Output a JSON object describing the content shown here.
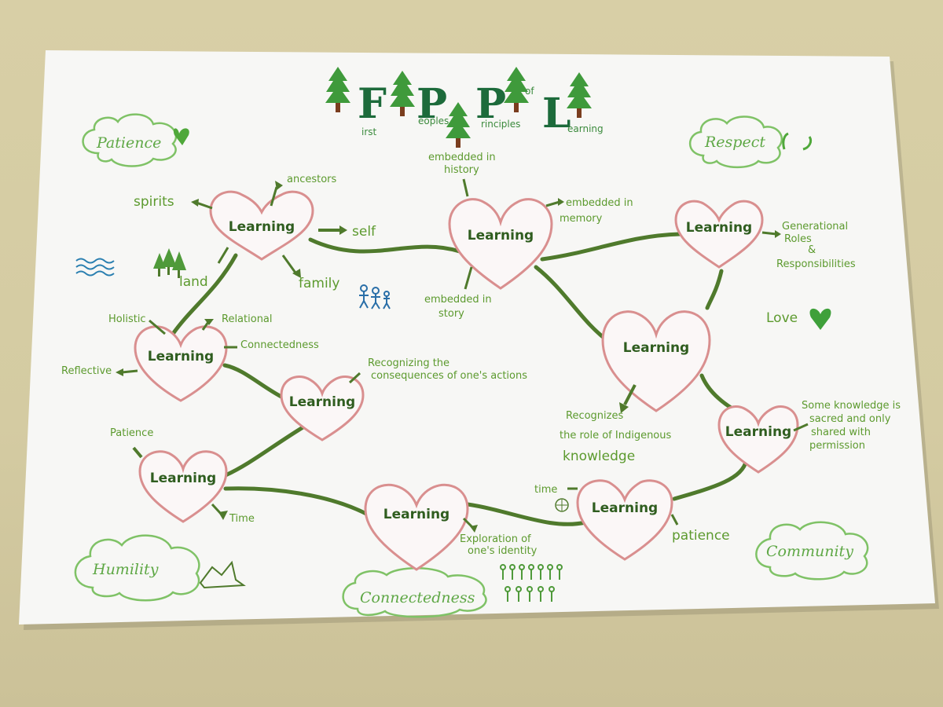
{
  "title": {
    "letters": [
      "F",
      "P",
      "P",
      "L"
    ],
    "small": [
      "irst",
      "eoples",
      "rinciples",
      "of",
      "earning"
    ]
  },
  "clouds": {
    "patience": "Patience",
    "respect": "Respect",
    "humility": "Humility",
    "community": "Community",
    "connectedness": "Connectedness"
  },
  "love": "Love",
  "nodes": {
    "n1": "Learning",
    "n2": "Learning",
    "n3": "Learning",
    "n4": "Learning",
    "n5": "Learning",
    "n6": "Learning",
    "n7": "Learning",
    "n8": "Learning",
    "n9": "Learning",
    "n10": "Learning"
  },
  "notes": {
    "ancestors": "ancestors",
    "spirits": "spirits",
    "self": "self",
    "land": "land",
    "family": "family",
    "history1": "embedded in",
    "history2": "history",
    "memory1": "embedded in",
    "memory2": "memory",
    "story1": "embedded in",
    "story2": "story",
    "gen1": "Generational",
    "gen2": "Roles",
    "gen3": "&",
    "gen4": "Responsibilities",
    "holistic": "Holistic",
    "relational": "Relational",
    "connectedness": "Connectedness",
    "reflective": "Reflective",
    "conseq1": "Recognizing the",
    "conseq2": "consequences of one's actions",
    "indig1": "Recognizes",
    "indig2": "the role of Indigenous",
    "indig3": "knowledge",
    "sacred1": "Some knowledge is",
    "sacred2": "sacred and only",
    "sacred3": "shared with",
    "sacred4": "permission",
    "patience_note": "Patience",
    "time": "Time",
    "explore1": "Exploration of",
    "explore2": "one's identity",
    "time2": "time",
    "patience2": "patience"
  }
}
